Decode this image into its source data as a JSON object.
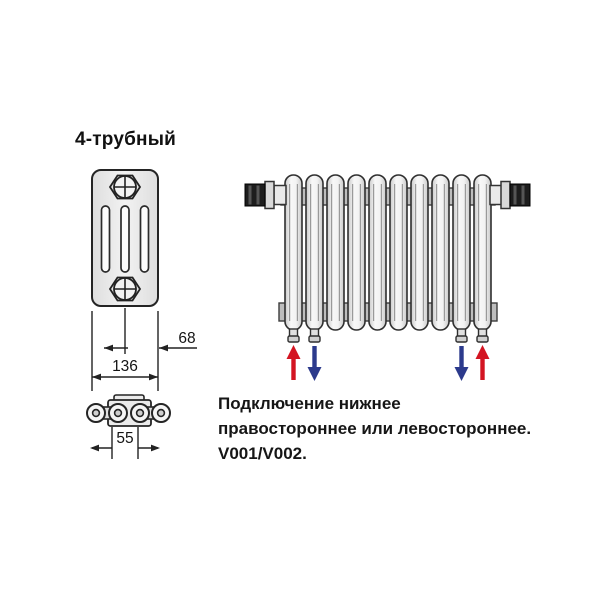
{
  "title": "4-трубный",
  "side_view": {
    "dimensions": {
      "half_depth": "68",
      "depth": "136"
    }
  },
  "top_view": {
    "dimensions": {
      "pitch": "55"
    }
  },
  "front_view": {
    "section_count": 10
  },
  "caption": {
    "line1": "Подключение нижнее",
    "line2": "правостороннее или левостороннее.",
    "line3": "V001/V002."
  },
  "colors": {
    "supply_arrow_red": "#d31522",
    "return_arrow_blue": "#2c3a8c",
    "outline_dark": "#262626",
    "radiator_fill_light": "#ededed",
    "connector_gray": "#bdbdbd",
    "fitting_dark": "#1d1d1d",
    "background": "#ffffff"
  }
}
